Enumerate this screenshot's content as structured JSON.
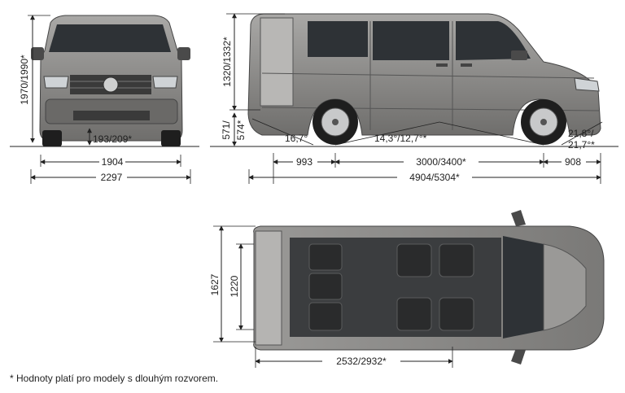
{
  "dimensions": {
    "front_height": "1970/1990*",
    "ground_clearance": "193/209*",
    "track_width": "1904",
    "overall_width": "2297",
    "side_roof_height": "1320/1332*",
    "rear_step_a": "571/",
    "rear_step_b": "574*",
    "departure_angle": "16,7°",
    "ramp_angle": "14,3°/12,7°*",
    "approach_angle_a": "21,8°/",
    "approach_angle_b": "21,7°*",
    "rear_overhang": "993",
    "wheelbase": "3000/3400*",
    "front_overhang": "908",
    "overall_length": "4904/5304*",
    "floor_width": "1627",
    "floor_width_between_arches": "1220",
    "load_length": "2532/2932*"
  },
  "footnote": "* Hodnoty platí pro modely s dlouhým rozvorem.",
  "colors": {
    "body": "#8c8b89",
    "body_dark": "#5e5d5b",
    "glass": "#2e3236",
    "line": "#222222"
  }
}
